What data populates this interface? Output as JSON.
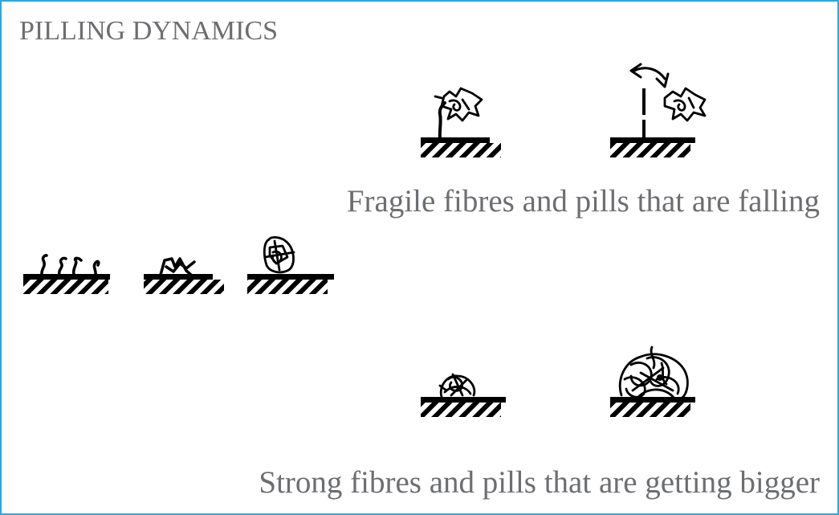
{
  "title": "PILLING DYNAMICS",
  "captions": {
    "fragile": "Fragile fibres and pills that are falling",
    "strong": "Strong fibres and pills that are getting bigger"
  },
  "colors": {
    "border": "#29a8e0",
    "text": "#6d6e71",
    "ink": "#000000"
  },
  "stages": [
    "fuzz-icon",
    "entangling-icon",
    "pill-icon",
    "fragile-anchor-icon",
    "pill-falling-icon",
    "small-pill-icon",
    "large-pill-icon"
  ]
}
